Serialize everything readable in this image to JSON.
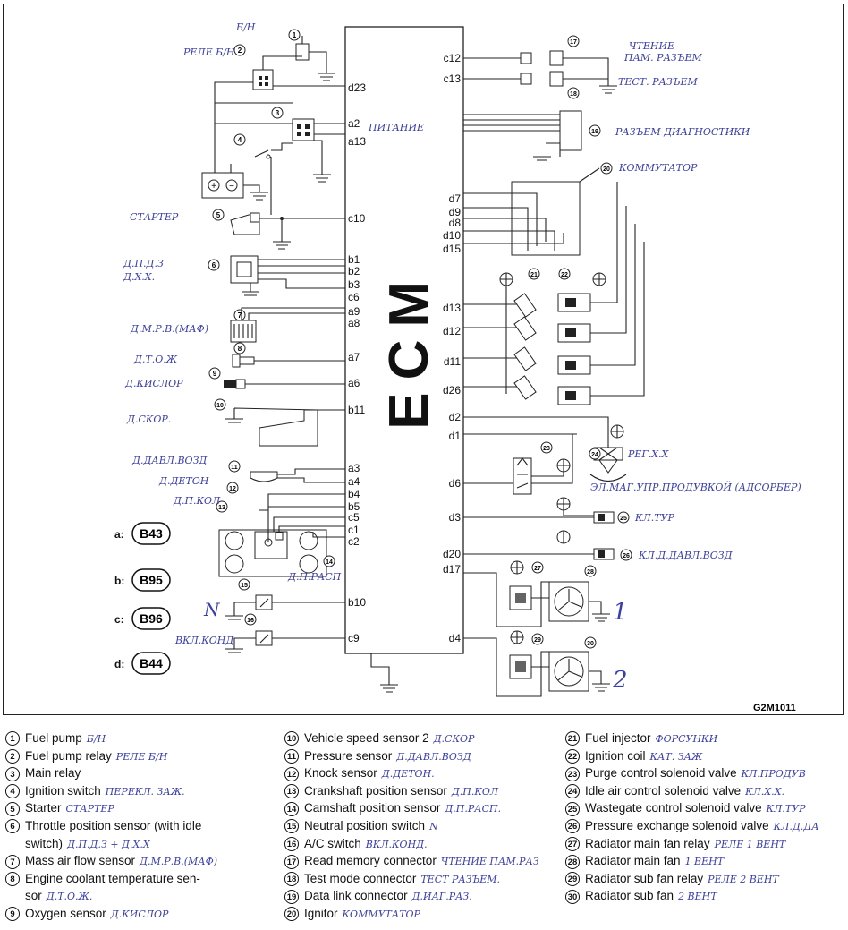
{
  "diagram": {
    "ecm_label": "ECM",
    "figure_id": "G2M1011",
    "connectors": [
      {
        "letter": "a:",
        "code": "B43"
      },
      {
        "letter": "b:",
        "code": "B95"
      },
      {
        "letter": "c:",
        "code": "B96"
      },
      {
        "letter": "d:",
        "code": "B44"
      }
    ],
    "left_pins": [
      "d23",
      "a2",
      "a13",
      "c10",
      "b1",
      "b2",
      "b3",
      "c6",
      "a9",
      "a8",
      "a7",
      "a6",
      "b11",
      "a3",
      "a4",
      "b4",
      "b5",
      "c5",
      "c1",
      "c2",
      "b10",
      "c9"
    ],
    "right_pins": [
      "c12",
      "c13",
      "d7",
      "d9",
      "d8",
      "d10",
      "d15",
      "d13",
      "d12",
      "d11",
      "d26",
      "d2",
      "d1",
      "d6",
      "d3",
      "d20",
      "d17",
      "d4"
    ],
    "fan_numbers": [
      "1",
      "2"
    ],
    "handwritten": {
      "fuel_pump": "Б/Н",
      "pump_relay": "РЕЛЕ Б/Н",
      "main_relay": "ПИТАНИЕ",
      "read_connector_1": "ЧТЕНИЕ",
      "read_connector_2": "ПАМ. РАЗЪЕМ",
      "test_connector": "ТЕСТ. РАЗЪЕМ",
      "data_link": "РАЗЪЕМ ДИАГНОСТИКИ",
      "ignitor": "КОММУТАТОР",
      "starter": "СТАРТЕР",
      "throttle_1": "Д.П.Д.З",
      "throttle_2": "Д.Х.Х.",
      "maf": "Д.М.Р.В.(МАФ)",
      "ect": "Д.Т.О.Ж",
      "oxygen": "Д.КИСЛОР",
      "speed": "Д.СКОР.",
      "pressure": "Д.ДАВЛ.ВОЗД",
      "knock": "Д.ДЕТОН",
      "crank": "Д.П.КОЛ",
      "cam": "Д.П.РАСП",
      "neutral": "N",
      "ac": "ВКЛ.КОНД",
      "iac": "РЕГ.Х.Х",
      "purge": "ЭЛ.МАГ.УПР.ПРОДУВКОЙ (АДСОРБЕР)",
      "wastegate": "КЛ.ТУР",
      "pressure_exchange": "КЛ.Д.ДАВЛ.ВОЗД"
    }
  },
  "legend": [
    [
      {
        "n": "1",
        "text": "Fuel pump",
        "note": "Б/Н"
      },
      {
        "n": "2",
        "text": "Fuel pump relay",
        "note": "РЕЛЕ Б/Н"
      },
      {
        "n": "3",
        "text": "Main relay",
        "note": ""
      },
      {
        "n": "4",
        "text": "Ignition switch",
        "note": "ПЕРЕКЛ. ЗАЖ."
      },
      {
        "n": "5",
        "text": "Starter",
        "note": "СТАРТЕР"
      },
      {
        "n": "6",
        "text": "Throttle position sensor (with idle",
        "note": ""
      },
      {
        "n": "",
        "text": "switch)",
        "note": "Д.П.Д.З + Д.Х.Х"
      },
      {
        "n": "7",
        "text": "Mass air flow sensor",
        "note": "Д.М.Р.В.(МАФ)"
      },
      {
        "n": "8",
        "text": "Engine coolant temperature sen-",
        "note": ""
      },
      {
        "n": "",
        "text": "sor",
        "note": "Д.Т.О.Ж."
      },
      {
        "n": "9",
        "text": "Oxygen sensor",
        "note": "Д.КИСЛОР"
      }
    ],
    [
      {
        "n": "10",
        "text": "Vehicle speed sensor 2",
        "note": "Д.СКОР"
      },
      {
        "n": "11",
        "text": "Pressure sensor",
        "note": "Д.ДАВЛ.ВОЗД"
      },
      {
        "n": "12",
        "text": "Knock sensor",
        "note": "Д.ДЕТОН."
      },
      {
        "n": "13",
        "text": "Crankshaft position sensor",
        "note": "Д.П.КОЛ"
      },
      {
        "n": "14",
        "text": "Camshaft position sensor",
        "note": "Д.П.РАСП."
      },
      {
        "n": "15",
        "text": "Neutral position switch",
        "note": "N"
      },
      {
        "n": "16",
        "text": "A/C switch",
        "note": "ВКЛ.КОНД."
      },
      {
        "n": "17",
        "text": "Read memory connector",
        "note": "ЧТЕНИЕ ПАМ.РАЗ"
      },
      {
        "n": "18",
        "text": "Test mode connector",
        "note": "ТЕСТ РАЗЪЕМ."
      },
      {
        "n": "19",
        "text": "Data link connector",
        "note": "Д.ИАГ.РАЗ."
      },
      {
        "n": "20",
        "text": "Ignitor",
        "note": "КОММУТАТОР"
      }
    ],
    [
      {
        "n": "21",
        "text": "Fuel injector",
        "note": "ФОРСУНКИ"
      },
      {
        "n": "22",
        "text": "Ignition coil",
        "note": "КАТ. ЗАЖ"
      },
      {
        "n": "23",
        "text": "Purge control solenoid valve",
        "note": "КЛ.ПРОДУВ"
      },
      {
        "n": "24",
        "text": "Idle air control solenoid valve",
        "note": "КЛ.Х.Х."
      },
      {
        "n": "25",
        "text": "Wastegate control solenoid valve",
        "note": "КЛ.ТУР"
      },
      {
        "n": "26",
        "text": "Pressure exchange solenoid valve",
        "note": "КЛ.Д.ДА"
      },
      {
        "n": "27",
        "text": "Radiator main fan relay",
        "note": "РЕЛЕ 1 ВЕНТ"
      },
      {
        "n": "28",
        "text": "Radiator main fan",
        "note": "1 ВЕНТ"
      },
      {
        "n": "29",
        "text": "Radiator sub fan relay",
        "note": "РЕЛЕ 2 ВЕНТ"
      },
      {
        "n": "30",
        "text": "Radiator sub fan",
        "note": "2 ВЕНТ"
      }
    ]
  ]
}
